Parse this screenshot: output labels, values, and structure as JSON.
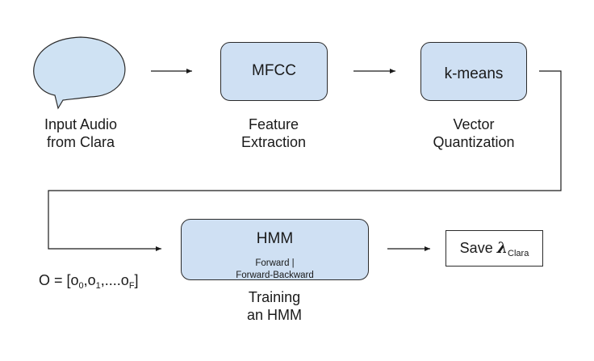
{
  "source": {
    "caption_line1": "Input Audio",
    "caption_line2": "from Clara"
  },
  "mfcc": {
    "title": "MFCC",
    "caption_line1": "Feature",
    "caption_line2": "Extraction"
  },
  "kmeans": {
    "title": "k-means",
    "caption_line1": "Vector",
    "caption_line2": "Quantization"
  },
  "hmm": {
    "title": "HMM",
    "detail_line1": "Forward |",
    "detail_line2": "Forward-Backward",
    "caption_line1": "Training",
    "caption_line2": "an HMM"
  },
  "observation": {
    "prefix": "O = [o",
    "sub0": "0",
    "sep1": ",o",
    "sub1": "1",
    "sep2": ",....o",
    "subF": "F",
    "suffix": "]"
  },
  "save": {
    "label": "Save ",
    "symbol": "λ",
    "subscript": "Clara"
  },
  "colors": {
    "box_fill": "#cfe0f3",
    "bubble_fill": "#cfe2f3",
    "stroke": "#2b2b2b"
  }
}
